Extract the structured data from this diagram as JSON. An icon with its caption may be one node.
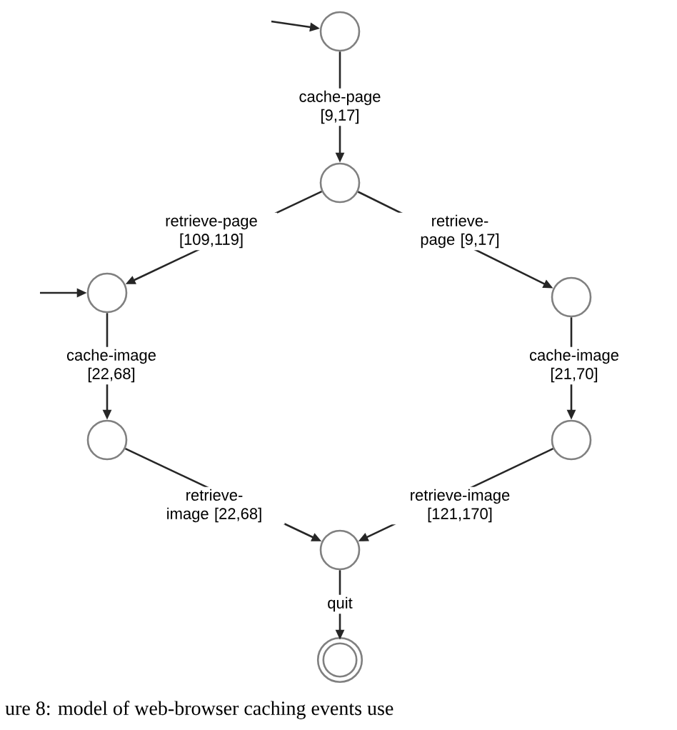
{
  "diagram": {
    "caption": "ure 8: model of web-browser caching events use",
    "nodes": [
      {
        "text": [],
        "shape": "circle"
      },
      {
        "text": [],
        "shape": "circle"
      },
      {
        "text": [],
        "shape": "circle"
      },
      {
        "text": [],
        "shape": "circle"
      },
      {
        "text": [],
        "shape": "circle"
      },
      {
        "text": [],
        "shape": "circle"
      },
      {
        "text": [],
        "shape": "circle"
      },
      {
        "text": [],
        "shape": "circle"
      }
    ],
    "edges": [
      {
        "from": null,
        "to": 0,
        "arrow": "to"
      },
      {
        "from": 0,
        "to": 1,
        "arrow": "to",
        "label": "cache-page [9,17]"
      },
      {
        "from": 1,
        "to": 2,
        "arrow": "to",
        "label": "retrieve-page [109,119]"
      },
      {
        "from": 1,
        "to": 3,
        "arrow": "to",
        "label": "retrieve-page [9,17]"
      },
      {
        "from": null,
        "to": 2,
        "arrow": "to"
      },
      {
        "from": 2,
        "to": 4,
        "arrow": "to",
        "label": "cache-image [22,68]"
      },
      {
        "from": 3,
        "to": 5,
        "arrow": "to",
        "label": "cache-image [21,70]"
      },
      {
        "from": 4,
        "to": 6,
        "arrow": "to",
        "label": "retrieve-image [22,68]"
      },
      {
        "from": 5,
        "to": 6,
        "arrow": "to",
        "label": "retrieve-image [121,170]"
      },
      {
        "from": 6,
        "to": 7,
        "arrow": "to",
        "label": "quit"
      }
    ]
  }
}
